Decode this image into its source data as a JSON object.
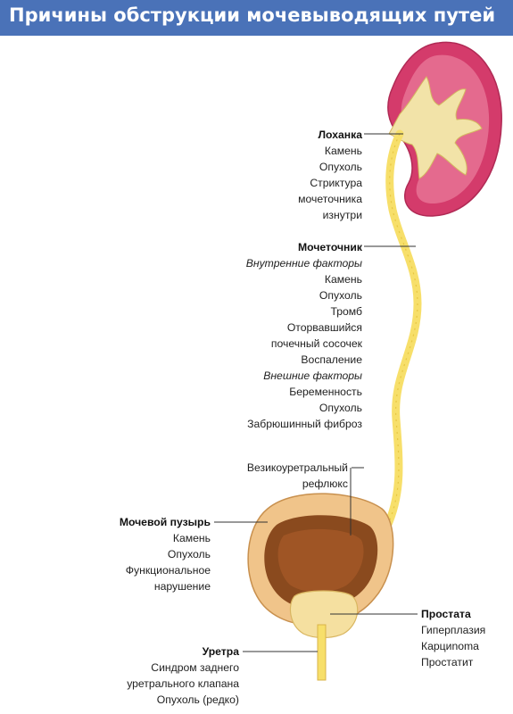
{
  "title": "Причины обструкции мочевыводящих путей",
  "sections": {
    "pelvis": {
      "heading": "Лоханка",
      "items": [
        "Камень",
        "Опухоль",
        "Стриктура",
        "мочеточника",
        "изнутри"
      ]
    },
    "ureter": {
      "heading": "Мочеточник",
      "internal_label": "Внутренние факторы",
      "internal_items": [
        "Камень",
        "Опухоль",
        "Тромб",
        "Оторвавшийся",
        "почечный сосочек",
        "Воспаление"
      ],
      "external_label": "Внешние факторы",
      "external_items": [
        "Беременность",
        "Опухоль",
        "Забрюшинный фиброз"
      ]
    },
    "reflux": {
      "lines": [
        "Везикоуретральный",
        "рефлюкс"
      ]
    },
    "bladder": {
      "heading": "Мочевой пузырь",
      "items": [
        "Камень",
        "Опухоль",
        "Функциональное",
        "нарушение"
      ]
    },
    "prostate": {
      "heading": "Простата",
      "items": [
        "Гиперплазия",
        "Карциnoma",
        "Простатит"
      ]
    },
    "urethra": {
      "heading": "Уретра",
      "items": [
        "Синдром заднего",
        "уретрального клапана",
        "Опухоль (редко)"
      ]
    }
  }
}
